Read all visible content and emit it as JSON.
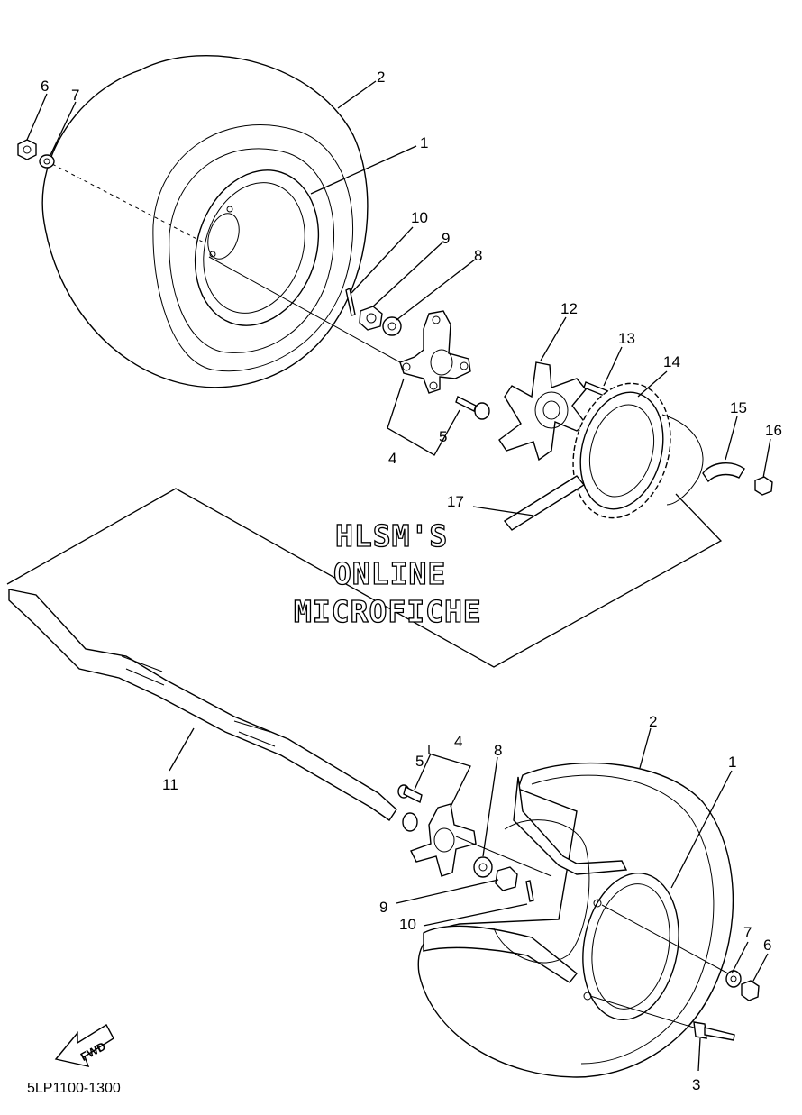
{
  "diagram_code": "5LP1100-1300",
  "fwd_label": "FWD",
  "watermark": [
    "HLSM'S",
    "ONLINE",
    "MICROFICHE"
  ],
  "callouts": {
    "top_6": "6",
    "top_7": "7",
    "top_2": "2",
    "top_1": "1",
    "top_10": "10",
    "top_9": "9",
    "top_8": "8",
    "top_12": "12",
    "top_13": "13",
    "top_14": "14",
    "top_15": "15",
    "top_16": "16",
    "top_4": "4",
    "top_5": "5",
    "top_17": "17",
    "bot_4": "4",
    "bot_5": "5",
    "bot_8": "8",
    "bot_2": "2",
    "bot_1": "1",
    "bot_11": "11",
    "bot_9": "9",
    "bot_10": "10",
    "bot_7": "7",
    "bot_6": "6",
    "bot_3": "3"
  }
}
